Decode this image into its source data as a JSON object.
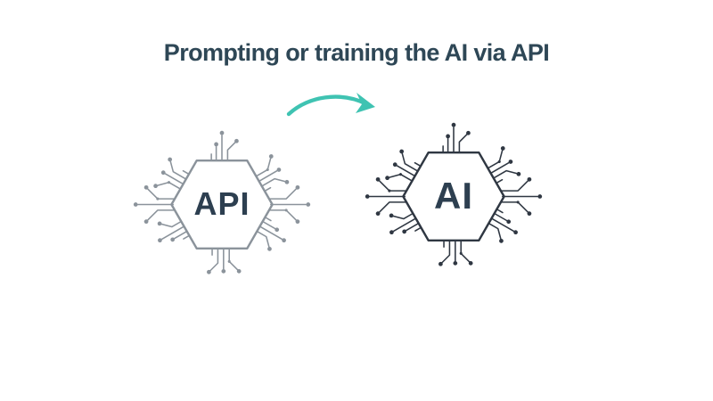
{
  "title": "Prompting or training the AI via API",
  "colors": {
    "background": "#ffffff",
    "title": "#2e4756",
    "chip-label": "#2d3f50",
    "api-chip": "#8b939b",
    "ai-chip": "#2f3742",
    "arrow": "#3fc3b2"
  },
  "diagram": {
    "source_chip": {
      "label": "API",
      "icon": "circuit-chip-hexagon-icon"
    },
    "target_chip": {
      "label": "AI",
      "icon": "circuit-chip-hexagon-icon"
    },
    "connector": {
      "icon": "curved-arrow-right-icon",
      "direction": "left-to-right"
    }
  }
}
